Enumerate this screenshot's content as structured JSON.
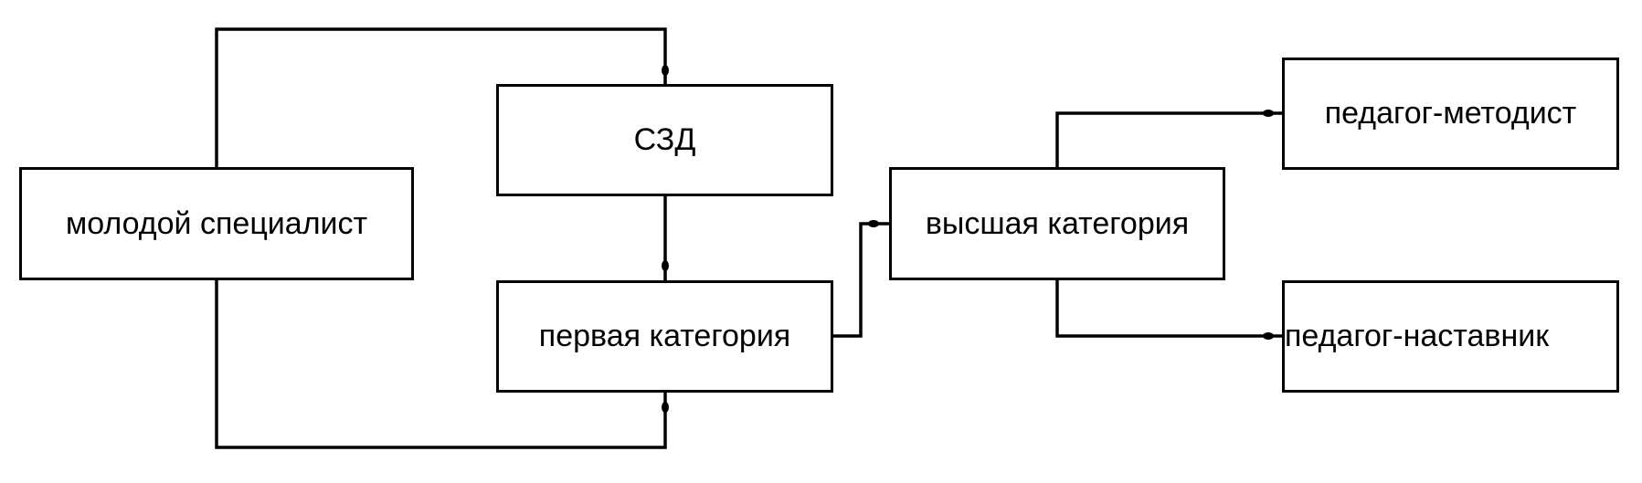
{
  "nodes": {
    "young": "молодой специалист",
    "szd": "СЗД",
    "first": "первая категория",
    "highest": "высшая категория",
    "methodist": "педагог-методист",
    "mentor": "педагог-наставник"
  }
}
